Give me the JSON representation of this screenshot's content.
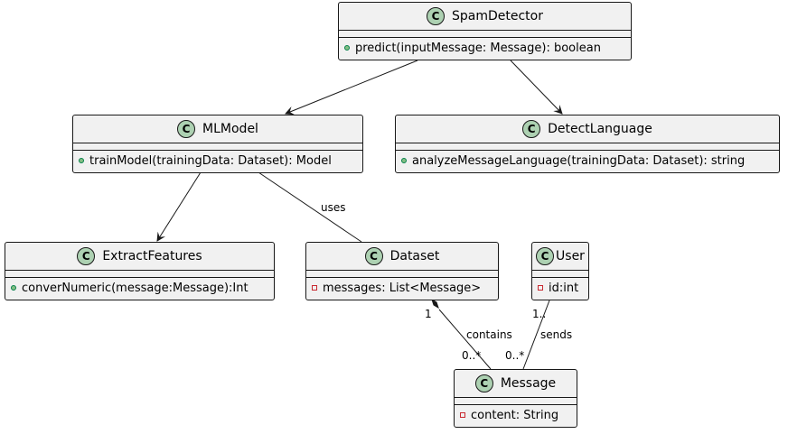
{
  "classes": {
    "spam_detector": {
      "name": "SpamDetector",
      "stereotype": "C",
      "members": [
        {
          "visibility": "public",
          "text": "predict(inputMessage: Message): boolean"
        }
      ]
    },
    "ml_model": {
      "name": "MLModel",
      "stereotype": "C",
      "members": [
        {
          "visibility": "public",
          "text": "trainModel(trainingData: Dataset): Model"
        }
      ]
    },
    "detect_language": {
      "name": "DetectLanguage",
      "stereotype": "C",
      "members": [
        {
          "visibility": "public",
          "text": "analyzeMessageLanguage(trainingData: Dataset): string"
        }
      ]
    },
    "extract_features": {
      "name": "ExtractFeatures",
      "stereotype": "C",
      "members": [
        {
          "visibility": "public",
          "text": "converNumeric(message:Message):Int"
        }
      ]
    },
    "dataset": {
      "name": "Dataset",
      "stereotype": "C",
      "members": [
        {
          "visibility": "private",
          "text": "messages: List<Message>"
        }
      ]
    },
    "user": {
      "name": "User",
      "stereotype": "C",
      "members": [
        {
          "visibility": "private",
          "text": "id:int"
        }
      ]
    },
    "message": {
      "name": "Message",
      "stereotype": "C",
      "members": [
        {
          "visibility": "private",
          "text": "content: String"
        }
      ]
    }
  },
  "relations": {
    "uses": "uses",
    "contains": "contains",
    "contains_src_mult": "1",
    "contains_dst_mult": "0..*",
    "sends": "sends",
    "sends_src_mult": "1..",
    "sends_dst_mult": "0..*"
  }
}
